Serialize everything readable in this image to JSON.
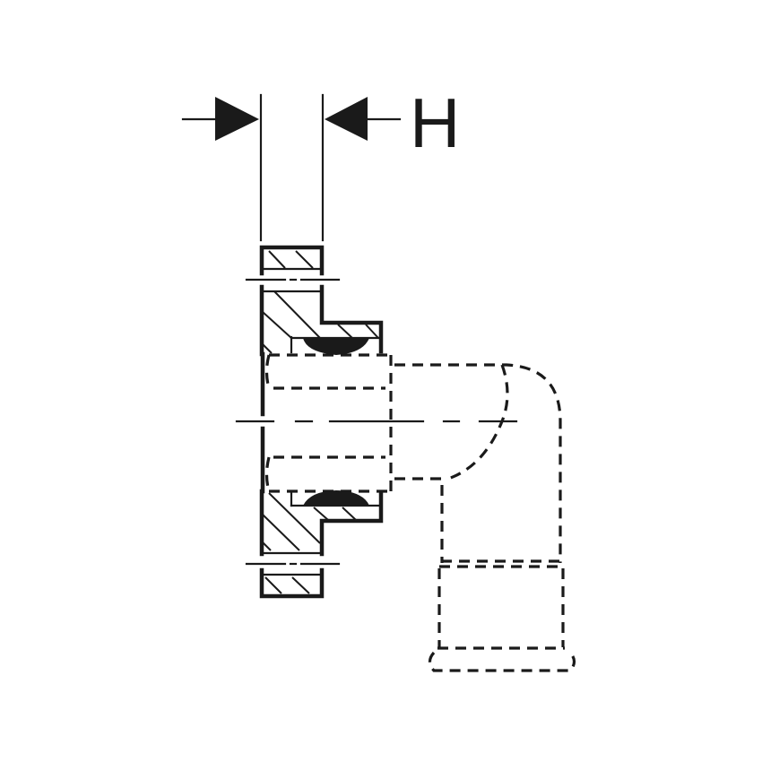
{
  "drawing": {
    "type": "technical-drawing",
    "subject": "wall-mounted pipe elbow fitting, section view with dimension",
    "dimension": {
      "label": "H",
      "description": "flange thickness dimension"
    },
    "colors": {
      "line": "#1a1a1a",
      "background": "#ffffff"
    },
    "parts": [
      {
        "name": "flange-section",
        "style": "solid hatched"
      },
      {
        "name": "seal-ring",
        "style": "filled"
      },
      {
        "name": "pipe-elbow",
        "style": "dashed hidden outline"
      },
      {
        "name": "press-fitting-socket",
        "style": "dashed hidden outline"
      },
      {
        "name": "centerline",
        "style": "dash-dot"
      }
    ]
  }
}
